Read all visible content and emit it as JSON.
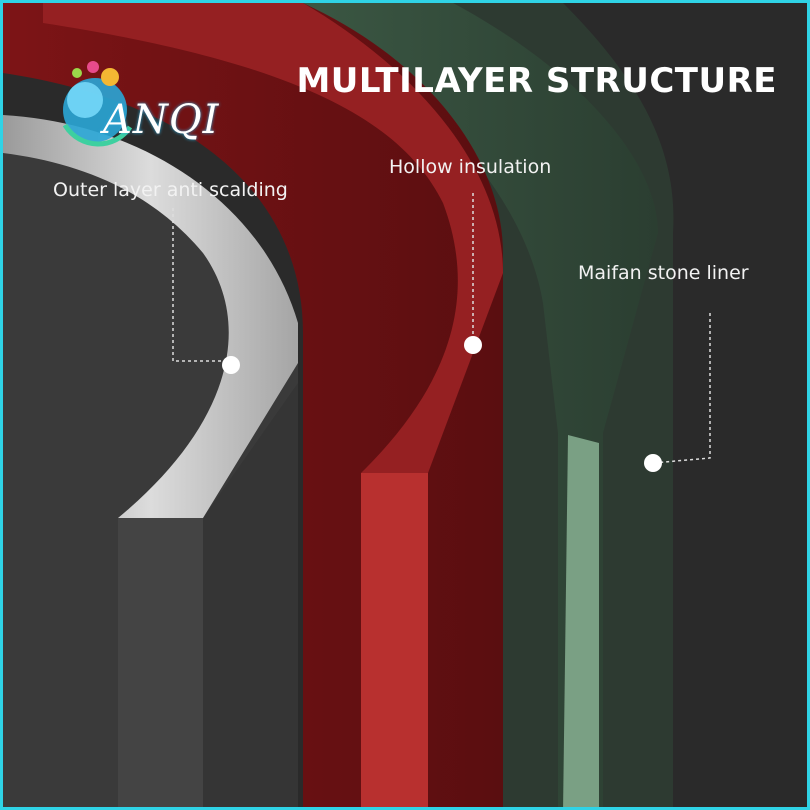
{
  "brand": {
    "logo_text": "ANQI"
  },
  "title": "MULTILAYER STRUCTURE",
  "layers": [
    {
      "id": "outer",
      "label": "Outer layer anti scalding",
      "color": "#bdbdbd"
    },
    {
      "id": "hollow",
      "label": "Hollow insulation",
      "color": "#a8282a"
    },
    {
      "id": "maifan",
      "label": "Maifan stone liner",
      "color": "#7aa084"
    }
  ],
  "colors": {
    "border": "#2fd3e6",
    "background": "#262626"
  }
}
